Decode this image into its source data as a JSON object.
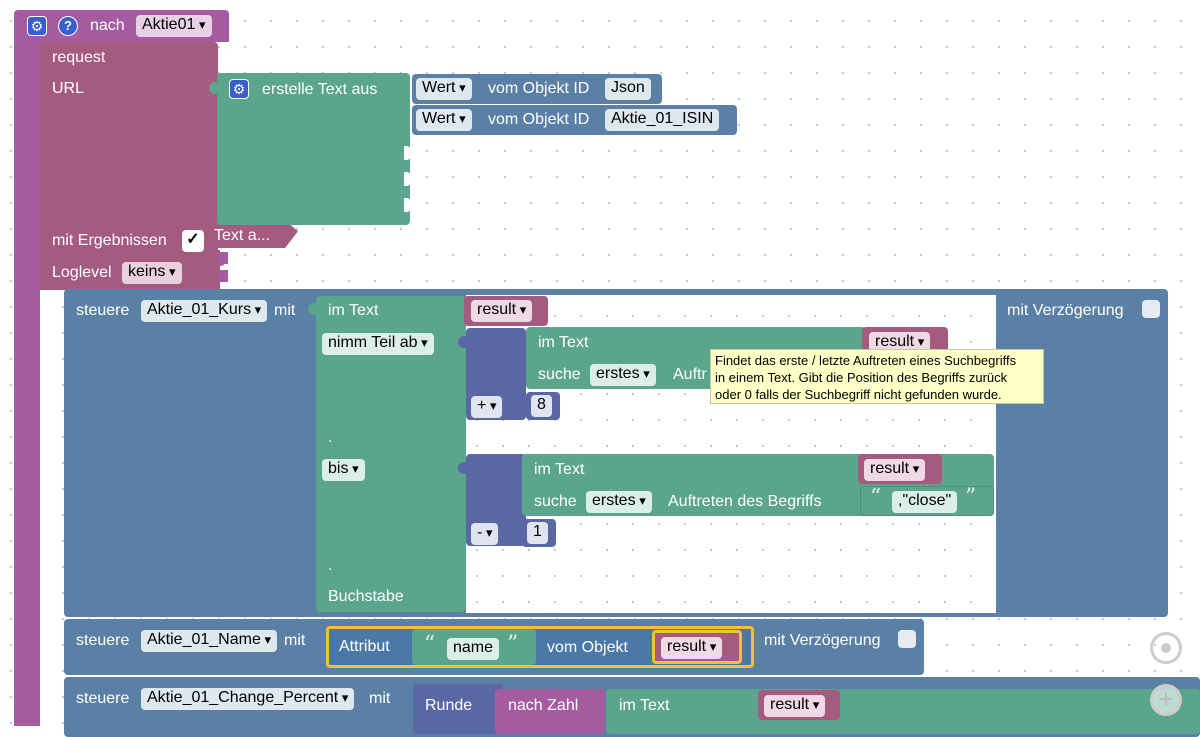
{
  "event_block": {
    "nach_label": "nach",
    "trigger": "Aktie01"
  },
  "request_block": {
    "title": "request",
    "url_label": "URL",
    "mit_ergebnissen_label": "mit Ergebnissen",
    "checkbox_mark": "✓",
    "text_stub": "Text a...",
    "loglevel_label": "Loglevel",
    "loglevel_value": "keins"
  },
  "text_create": {
    "label": "erstelle Text aus",
    "item1": {
      "prop": "Wert",
      "mid": "vom Objekt ID",
      "id": "Json"
    },
    "item2": {
      "prop": "Wert",
      "mid": "vom Objekt ID",
      "id": "Aktie_01_ISIN"
    }
  },
  "control1": {
    "steuere": "steuere",
    "target": "Aktie_01_Kurs",
    "mit": "mit",
    "delay_label": "mit Verzögerung",
    "im_text": "im Text",
    "result_var": "result",
    "nimm_teil_ab": "nimm Teil ab",
    "dot1": ".",
    "bis": "bis",
    "dot2": ".",
    "buchstabe": "Buchstabe",
    "indexof1": {
      "im_text": "im Text",
      "result": "result",
      "suche": "suche",
      "erstes": "erstes",
      "auftr": "Auftr"
    },
    "math1": {
      "op": "+",
      "num": "8"
    },
    "indexof2": {
      "im_text": "im Text",
      "result": "result",
      "suche": "suche",
      "erstes": "erstes",
      "auftreten": "Auftreten des Begriffs",
      "string_value": ",\"close\""
    },
    "math2": {
      "op": "-",
      "num": "1"
    }
  },
  "tooltip": {
    "line1": "Findet das erste / letzte Auftreten eines Suchbegriffs",
    "line2": "in einem Text. Gibt die Position des Begriffs zurück",
    "line3": "oder 0 falls der Suchbegriff nicht gefunden wurde."
  },
  "control2": {
    "steuere": "steuere",
    "target": "Aktie_01_Name",
    "mit": "mit",
    "attribut": "Attribut",
    "attr_name": "name",
    "vom_objekt": "vom Objekt",
    "result": "result",
    "delay_label": "mit Verzögerung"
  },
  "control3": {
    "steuere": "steuere",
    "target": "Aktie_01_Change_Percent",
    "mit": "mit",
    "runde": "Runde",
    "nach_zahl": "nach Zahl",
    "im_text": "im Text",
    "result": "result"
  },
  "quote_open": "“",
  "quote_close": "”",
  "colors": {
    "event": "#a55b9f",
    "request": "#a55b80",
    "text": "#5ba58c",
    "object": "#5b80a5",
    "math": "#5b67a5"
  }
}
